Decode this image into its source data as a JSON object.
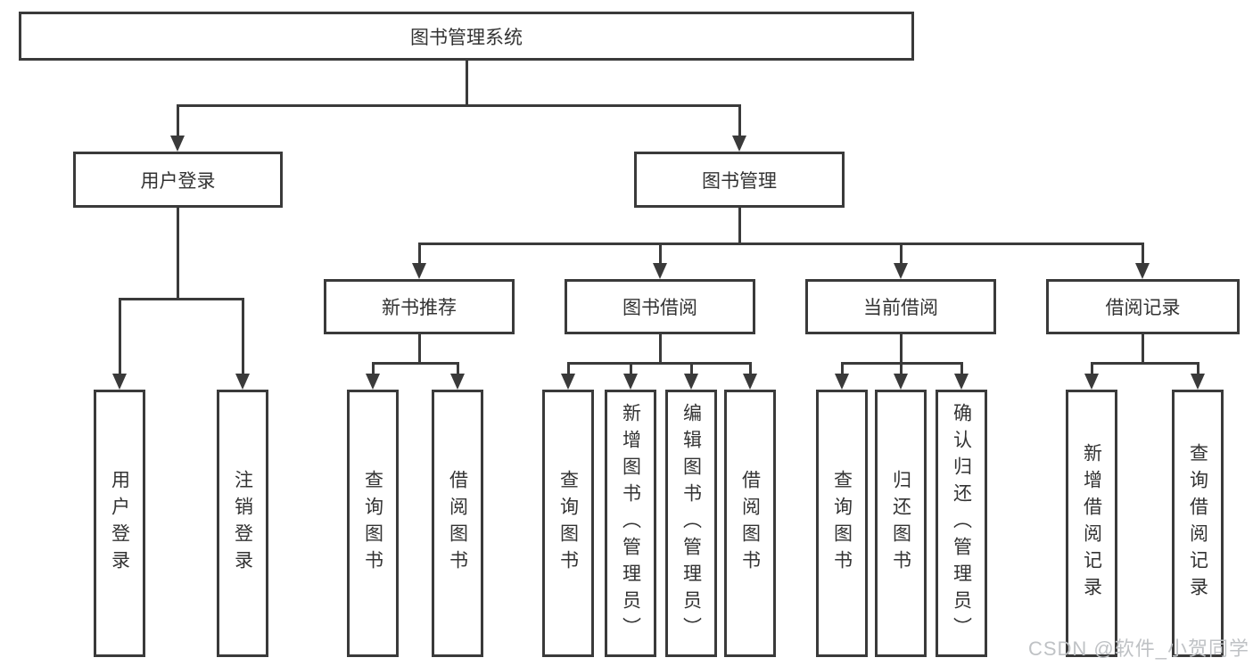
{
  "diagram_type": "hierarchy-tree",
  "nodes": {
    "root": "图书管理系统",
    "user_login": "用户登录",
    "book_mgmt": "图书管理",
    "new_book_rec": "新书推荐",
    "book_borrow": "图书借阅",
    "current_borrow": "当前借阅",
    "borrow_records": "借阅记录",
    "leaves": {
      "user_login": [
        "用户登录",
        "注销登录"
      ],
      "new_book_rec": [
        "查询图书",
        "借阅图书"
      ],
      "book_borrow": [
        "查询图书",
        "新增图书（管理员）",
        "编辑图书（管理员）",
        "借阅图书"
      ],
      "current_borrow": [
        "查询图书",
        "归还图书",
        "确认归还（管理员）"
      ],
      "borrow_records": [
        "新增借阅记录",
        "查询借阅记录"
      ]
    }
  },
  "watermark": "CSDN @软件_小贺同学",
  "colors": {
    "line": "#3a3a3a",
    "text": "#333333",
    "watermark": "#bfc2c5",
    "background": "#ffffff"
  }
}
